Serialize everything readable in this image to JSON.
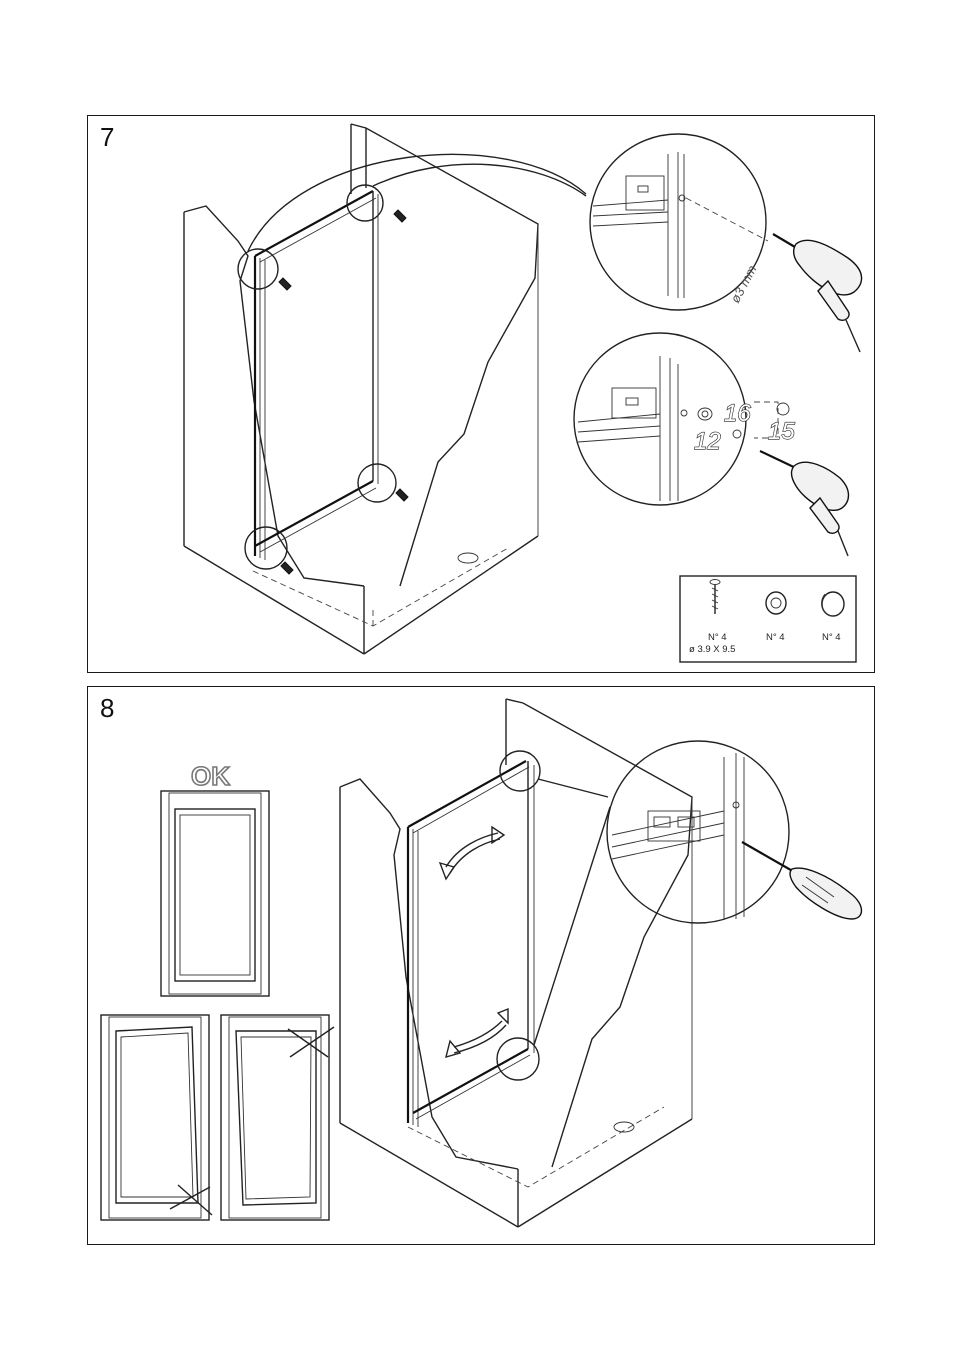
{
  "steps": [
    {
      "number": "7",
      "callout_parts": [
        "16",
        "12",
        "15"
      ],
      "drill_size": "ø3 mm",
      "parts_table": [
        {
          "qty": "N° 4",
          "spec": "ø 3.9 X 9.5",
          "icon": "screw-icon"
        },
        {
          "qty": "N° 4",
          "spec": "",
          "icon": "washer-icon"
        },
        {
          "qty": "N° 4",
          "spec": "",
          "icon": "cap-icon"
        }
      ]
    },
    {
      "number": "8",
      "ok_label": "OK"
    }
  ]
}
